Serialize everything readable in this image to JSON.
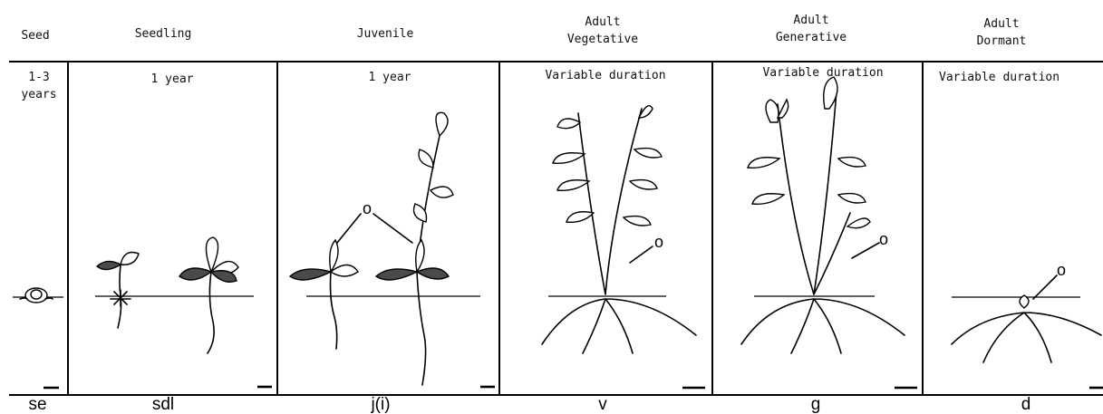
{
  "stages": [
    {
      "name": "Seed",
      "duration": "1-3\nyears",
      "code": "se"
    },
    {
      "name": "Seedling",
      "duration": "1 year",
      "code": "sdl"
    },
    {
      "name": "Juvenile",
      "duration": "1 year",
      "code": "j(i)"
    },
    {
      "name": "Adult\nVegetative",
      "duration": "Variable duration",
      "code": "v"
    },
    {
      "name": "Adult\nGenerative",
      "duration": "Variable duration",
      "code": "g"
    },
    {
      "name": "Adult\nDormant",
      "duration": "Variable duration",
      "code": "d"
    }
  ],
  "annotations": {
    "bud_marker": "o"
  }
}
